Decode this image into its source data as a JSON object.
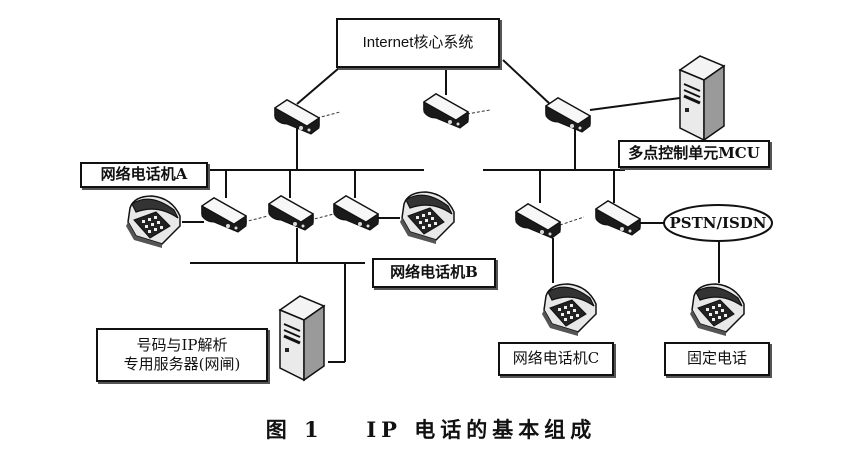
{
  "diagram": {
    "internet_core": "Internet核心系统",
    "labels": {
      "phone_a": "网络电话机A",
      "phone_b": "网络电话机B",
      "phone_c": "网络电话机C",
      "mcu": "多点控制单元MCU",
      "gatekeeper_line1": "号码与IP解析",
      "gatekeeper_line2": "专用服务器(网闸)",
      "pstn": "PSTN/ISDN",
      "fixed_phone": "固定电话"
    },
    "icons": {
      "router": "router-icon",
      "ip_phone": "telephone-icon",
      "server": "server-tower-icon"
    }
  },
  "caption": {
    "figure_number": "图 1",
    "title": "IP 电话的基本组成"
  }
}
